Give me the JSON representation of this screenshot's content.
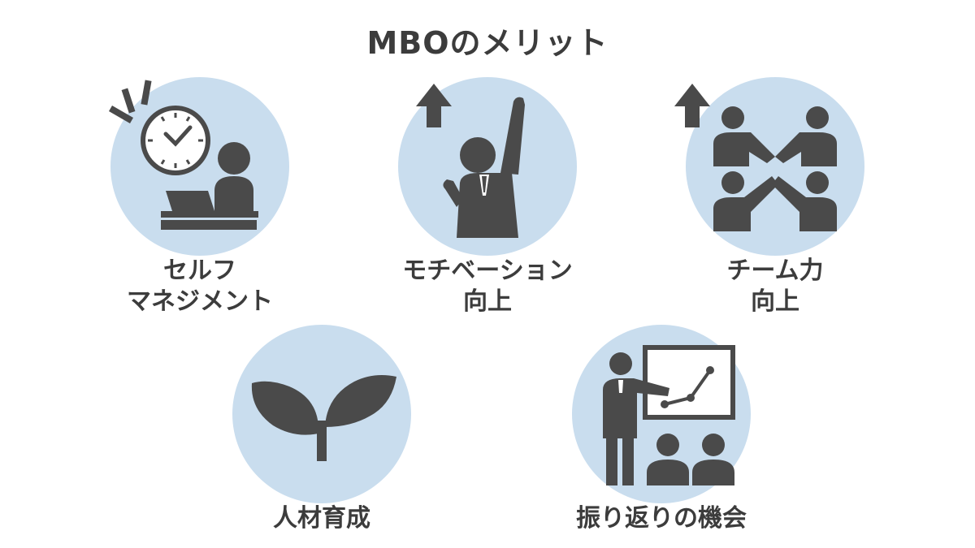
{
  "title": "MBOのメリット",
  "colors": {
    "circle": "#c9ddee",
    "icon": "#4a4a4a",
    "text": "#3c3c3c"
  },
  "items": [
    {
      "icon": "clock-worker-icon",
      "line1": "セルフ",
      "line2": "マネジメント"
    },
    {
      "icon": "raised-fist-businessman-icon",
      "line1": "モチベーション",
      "line2": "向上"
    },
    {
      "icon": "team-highfive-icon",
      "line1": "チーム力",
      "line2": "向上"
    },
    {
      "icon": "sprout-icon",
      "line1": "人材育成",
      "line2": ""
    },
    {
      "icon": "presentation-icon",
      "line1": "振り返りの機会",
      "line2": ""
    }
  ]
}
